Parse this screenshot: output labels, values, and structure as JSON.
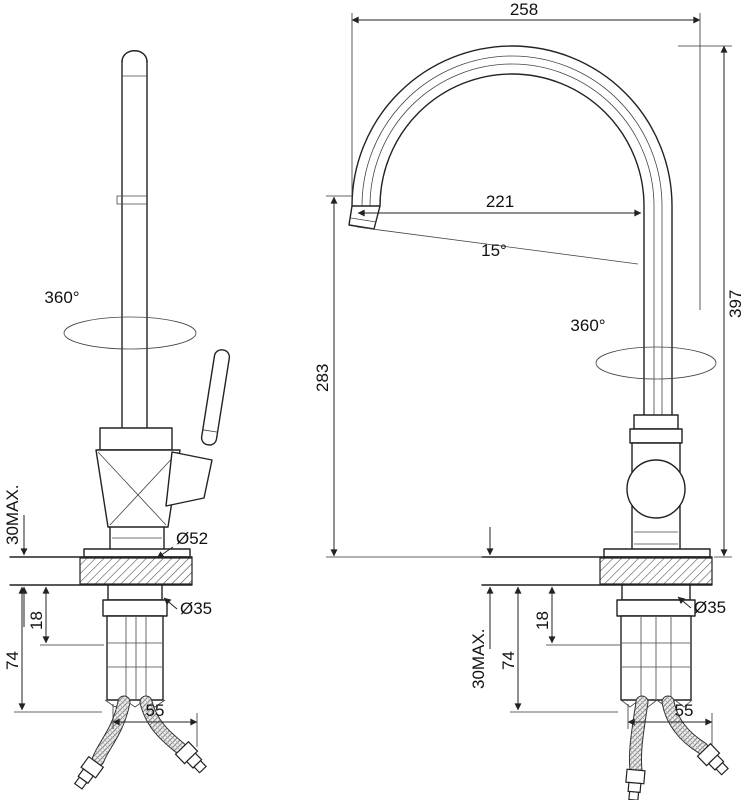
{
  "page": {
    "background": "#ffffff",
    "line_color": "#222222",
    "dim_color": "#222222"
  },
  "views": {
    "left": {
      "name": "side-view",
      "rotation": "360°",
      "base_diameter": "Ø52",
      "shank_diameter": "Ø35",
      "deck_thickness_max": "30MAX.",
      "depth_to_nut": "18",
      "depth_total": "74",
      "hose_offset": "55"
    },
    "right": {
      "name": "front-view",
      "overall_width": "258",
      "spout_reach": "221",
      "spout_angle": "15°",
      "overall_height": "397",
      "spout_height": "283",
      "rotation": "360°",
      "shank_diameter": "Ø35",
      "deck_thickness_max": "30MAX.",
      "depth_to_nut": "18",
      "depth_total": "74",
      "hose_offset": "55"
    }
  }
}
